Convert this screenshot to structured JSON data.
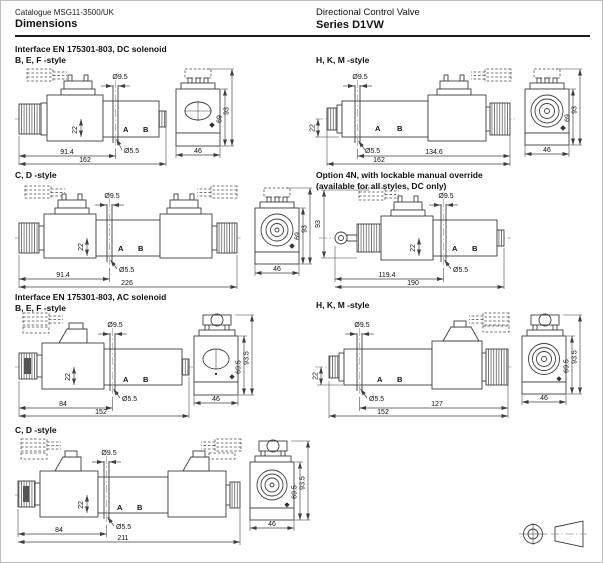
{
  "header": {
    "catalogue": "Catalogue MSG11-3500/UK",
    "page_title": "Dimensions",
    "doc_title": "Directional Control Valve",
    "series": "Series D1VW"
  },
  "sections": {
    "dc_title": "Interface EN 175301-803, DC solenoid",
    "ac_title": "Interface EN 175301-803, AC solenoid",
    "bef_label": "B, E, F -style",
    "hkm_label": "H, K, M -style",
    "cd_label": "C, D -style",
    "opt4n_title": "Option 4N, with lockable manual override",
    "opt4n_sub": "(available for all styles, DC only)"
  },
  "drawings": {
    "dc_bef": {
      "d95": "Ø9.5",
      "d22": "22",
      "pa": "A",
      "pb": "B",
      "d55": "Ø5.5",
      "l1": "91.4",
      "l2": "162",
      "w": "46",
      "h1": "69",
      "h2": "93"
    },
    "dc_hkm": {
      "d95": "Ø9.5",
      "d22": "22",
      "pa": "A",
      "pb": "B",
      "d55": "Ø5.5",
      "l1": "134.6",
      "l2": "162",
      "w": "46",
      "h1": "69",
      "h2": "93"
    },
    "dc_cd": {
      "d95": "Ø9.5",
      "d22": "22",
      "pa": "A",
      "pb": "B",
      "d55": "Ø5.5",
      "l1": "91.4",
      "l2": "226",
      "w": "46",
      "h1": "69",
      "h2": "93"
    },
    "opt4n": {
      "d95": "Ø9.5",
      "d22": "22",
      "pa": "A",
      "pb": "B",
      "d55": "Ø5.5",
      "l1": "119.4",
      "l2": "190",
      "h2": "93"
    },
    "ac_bef": {
      "d95": "Ø9.5",
      "d22": "22",
      "pa": "A",
      "pb": "B",
      "d55": "Ø5.5",
      "l1": "84",
      "l2": "152",
      "w": "46",
      "h1": "69.5",
      "h2": "93.5"
    },
    "ac_hkm": {
      "d95": "Ø9.5",
      "d22": "22",
      "pa": "A",
      "pb": "B",
      "d55": "Ø5.5",
      "l1": "127",
      "l2": "152",
      "w": "46",
      "h1": "69.5",
      "h2": "93.5"
    },
    "ac_cd": {
      "d95": "Ø9.5",
      "d22": "22",
      "pa": "A",
      "pb": "B",
      "d55": "Ø5.5",
      "l1": "84",
      "l2": "211",
      "w": "46",
      "h1": "69.5",
      "h2": "93.5"
    }
  }
}
